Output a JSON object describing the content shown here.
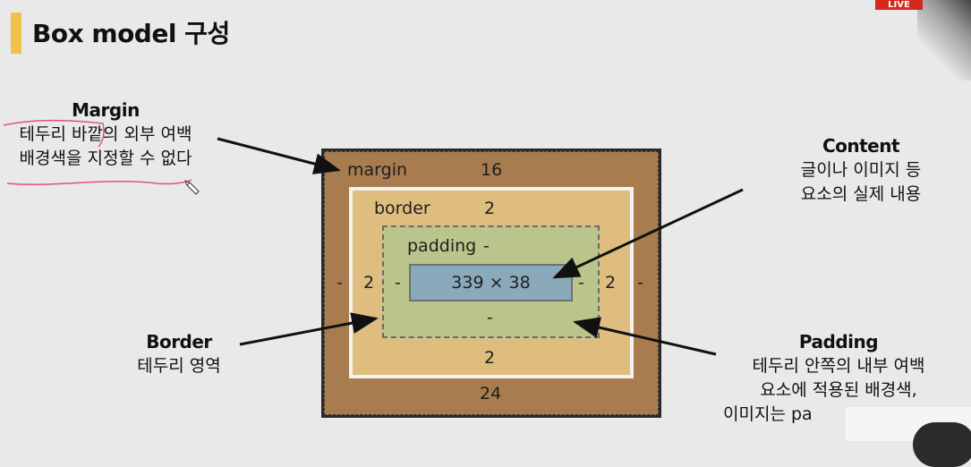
{
  "title": "Box model 구성",
  "live_badge": "LIVE",
  "notes": {
    "margin": {
      "head": "Margin",
      "line1": "테두리 바깥의 외부 여백",
      "line2": "배경색을 지정할 수 없다"
    },
    "content": {
      "head": "Content",
      "line1": "글이나 이미지 등",
      "line2": "요소의 실제 내용"
    },
    "border": {
      "head": "Border",
      "line1": "테두리 영역"
    },
    "padding": {
      "head": "Padding",
      "line1": "테두리 안쪽의 내부 여백",
      "line2": "요소에 적용된 배경색,",
      "line3": "이미지는 pa"
    }
  },
  "box": {
    "margin": {
      "label": "margin",
      "top": "16",
      "right": "-",
      "bottom": "24",
      "left": "-"
    },
    "border": {
      "label": "border",
      "top": "2",
      "right": "2",
      "bottom": "2",
      "left": "2"
    },
    "padding": {
      "label": "padding",
      "top": "-",
      "right": "-",
      "bottom": "-",
      "left": "-"
    },
    "content": {
      "size": "339 × 38"
    }
  },
  "colors": {
    "margin": "#a87c4f",
    "border": "#dfbd7f",
    "padding": "#b9c58a",
    "content": "#8aaabb",
    "accent": "#f0c24a",
    "annotation": "#e0508a"
  }
}
